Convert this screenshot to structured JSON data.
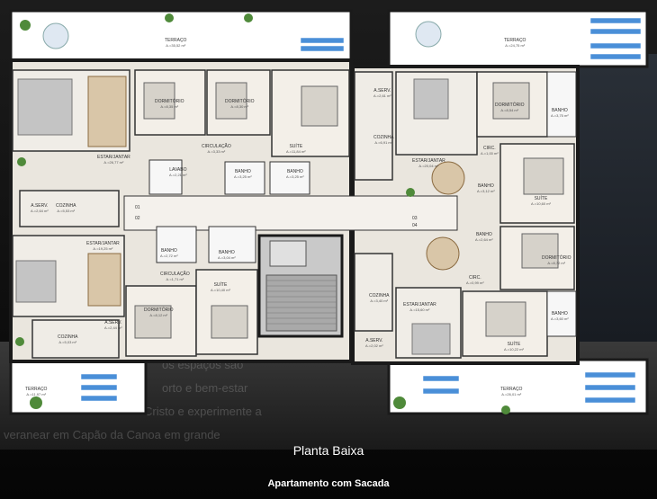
{
  "caption": {
    "title": "Planta Baixa",
    "subtitle": "Apartamento com Sacada"
  },
  "background_text": [
    "os espaços são",
    "orto e bem-estar",
    "Cristo e experimente a",
    "veranear em Capão da Canoa em grande"
  ],
  "rooms": [
    {
      "name": "TERRAÇO",
      "area": "A.=35,52 m²"
    },
    {
      "name": "TERRAÇO",
      "area": "A.=24,75 m²"
    },
    {
      "name": "DORMITÓRIO",
      "area": "A.=8,35 m²"
    },
    {
      "name": "DORMITÓRIO",
      "area": "A.=8,30 m²"
    },
    {
      "name": "SUÍTE",
      "area": "A.=11,84 m²"
    },
    {
      "name": "CIRCULAÇÃO",
      "area": "A.=3,33 m²"
    },
    {
      "name": "ESTAR/JANTAR",
      "area": "A.=26,77 m²"
    },
    {
      "name": "LAVABO",
      "area": "A.=2,21 m²"
    },
    {
      "name": "BANHO",
      "area": "A.=3,25 m²"
    },
    {
      "name": "BANHO",
      "area": "A.=3,25 m²"
    },
    {
      "name": "A.SERV.",
      "area": "A.=2,64 m²"
    },
    {
      "name": "COZINHA",
      "area": "A.=5,53 m²"
    },
    {
      "name": "A.SERV.",
      "area": "A.=2,61 m²"
    },
    {
      "name": "COZINHA",
      "area": "A.=6,91 m²"
    },
    {
      "name": "ESTAR/JANTAR",
      "area": "A.=20,04 m²"
    },
    {
      "name": "DORMITÓRIO",
      "area": "A.=8,54 m²"
    },
    {
      "name": "BANHO",
      "area": "A.=3,75 m²"
    },
    {
      "name": "CIRC.",
      "area": "A.=1,00 m²"
    },
    {
      "name": "BANHO",
      "area": "A.=3,12 m²"
    },
    {
      "name": "SUÍTE",
      "area": "A.=10,60 m²"
    },
    {
      "name": "ESTAR/JANTAR",
      "area": "A.=19,25 m²"
    },
    {
      "name": "BANHO",
      "area": "A.=2,72 m²"
    },
    {
      "name": "BANHO",
      "area": "A.=3,04 m²"
    },
    {
      "name": "CIRCULAÇÃO",
      "area": "A.=1,71 m²"
    },
    {
      "name": "SUÍTE",
      "area": "A.=10,40 m²"
    },
    {
      "name": "DORMITÓRIO",
      "area": "A.=8,12 m²"
    },
    {
      "name": "A.SERV.",
      "area": "A.=2,44 m²"
    },
    {
      "name": "COZINHA",
      "area": "A.=5,03 m²"
    },
    {
      "name": "TERRAÇO",
      "area": "A.=11,97 m²"
    },
    {
      "name": "BANHO",
      "area": "A.=2,64 m²"
    },
    {
      "name": "DORMITÓRIO",
      "area": "A.=8,72 m²"
    },
    {
      "name": "CIRC.",
      "area": "A.=0,99 m²"
    },
    {
      "name": "COZINHA",
      "area": "A.=3,40 m²"
    },
    {
      "name": "ESTAR/JANTAR",
      "area": "A.=15,60 m²"
    },
    {
      "name": "BANHO",
      "area": "A.=3,60 m²"
    },
    {
      "name": "SUÍTE",
      "area": "A.=10,22 m²"
    },
    {
      "name": "A.SERV.",
      "area": "A.=2,02 m²"
    },
    {
      "name": "TERRAÇO",
      "area": "A.=26,01 m²"
    }
  ],
  "apartment_numbers": [
    "01",
    "02",
    "03",
    "04"
  ]
}
